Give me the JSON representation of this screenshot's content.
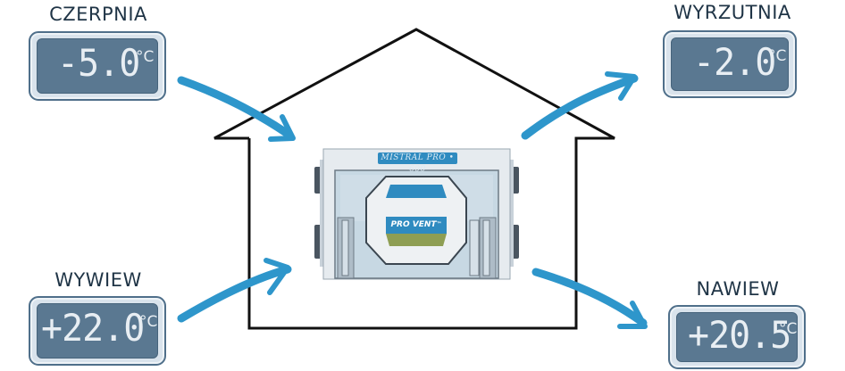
{
  "diagram": {
    "title": "Heat recovery ventilation flow",
    "unit": {
      "model_label": "MISTRAL PRO • 600",
      "brand_label": "PRO VENT",
      "brand_mark": "™"
    },
    "sensors": [
      {
        "id": "czerpnia",
        "label": "CZERPNIA",
        "value": "-5.0",
        "unit": "°C",
        "position": "top-left"
      },
      {
        "id": "wyrzutnia",
        "label": "WYRZUTNIA",
        "value": "-2.0",
        "unit": "°C",
        "position": "top-right"
      },
      {
        "id": "wywiew",
        "label": "WYWIEW",
        "value": "+22.0",
        "unit": "°C",
        "position": "bottom-left"
      },
      {
        "id": "nawiew",
        "label": "NAWIEW",
        "value": "+20.5",
        "unit": "°C",
        "position": "bottom-right"
      }
    ],
    "colors": {
      "arrow": "#2e96cb",
      "lcd_background": "#5a7891",
      "lcd_text": "#e8eef3",
      "label_text": "#1f3446",
      "house_outline": "#111111"
    }
  }
}
